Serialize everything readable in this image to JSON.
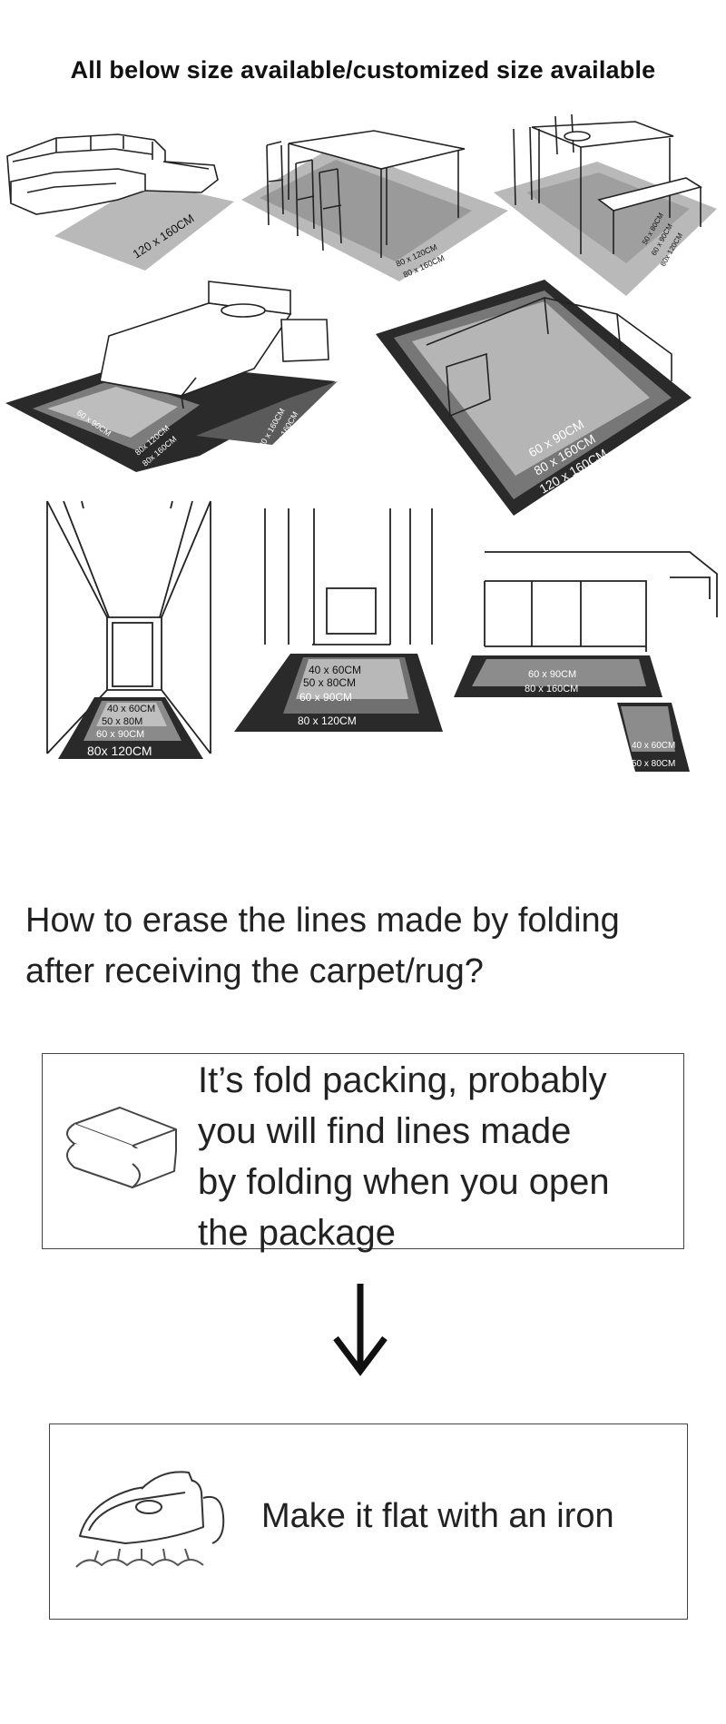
{
  "header": {
    "title": "All below size available/customized size available"
  },
  "scenes": {
    "sofa": {
      "labels": [
        "120 x 160CM"
      ]
    },
    "dining": {
      "labels": [
        "80 x 120CM",
        "80 x 160CM"
      ]
    },
    "dining_bench": {
      "labels": [
        "50 x 80CM",
        "60 x 90CM",
        "80x 120CM"
      ]
    },
    "bed_left": {
      "labels": [
        "60 x 90CM",
        "80x 120CM",
        "80x 160CM"
      ]
    },
    "bed_right": {
      "labels": [
        "80 x 160CM",
        "120 x 160CM"
      ]
    },
    "office": {
      "labels": [
        "60 x 90CM",
        "80 x 160CM",
        "120 x 160CM"
      ]
    },
    "hallway": {
      "labels": [
        "40 x 60CM",
        "50 x 80M",
        "60 x 90CM",
        "80x 120CM"
      ]
    },
    "entrance": {
      "labels": [
        "40 x 60CM",
        "50 x 80CM",
        "60 x 90CM",
        "80 x 120CM"
      ]
    },
    "kitchen_main": {
      "labels": [
        "60 x 90CM",
        "80 x 160CM"
      ]
    },
    "kitchen_side": {
      "labels": [
        "40 x 60CM",
        "50 x 80CM"
      ]
    }
  },
  "question": {
    "line1": "How to erase the lines made by folding",
    "line2": "after receiving the carpet/rug?"
  },
  "step1": {
    "icon": "folded-rug-icon",
    "line1": "It’s fold packing, probably",
    "line2": "you will find lines made",
    "line3": "by folding when you open",
    "line4": "the package"
  },
  "step2": {
    "icon": "iron-icon",
    "text": "Make it flat with an iron"
  },
  "arrow": {
    "icon": "arrow-down-icon"
  }
}
